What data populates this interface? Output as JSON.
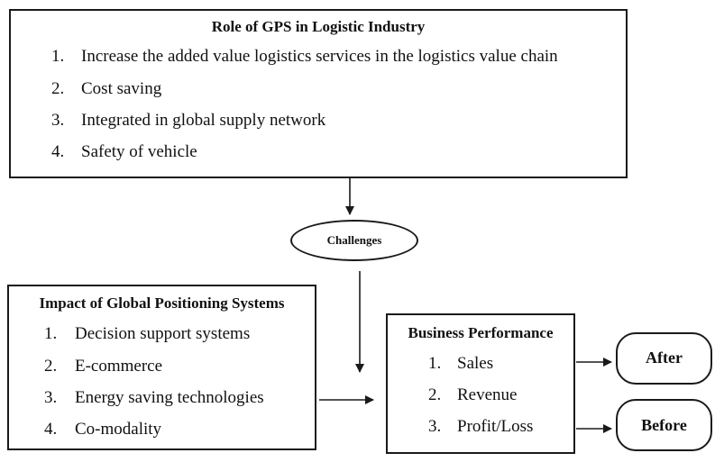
{
  "role_box": {
    "title": "Role of GPS in Logistic Industry",
    "items": [
      {
        "num": "1.",
        "text": "Increase the added value logistics services in the logistics value chain"
      },
      {
        "num": "2.",
        "text": "Cost saving"
      },
      {
        "num": "3.",
        "text": "Integrated in global supply network"
      },
      {
        "num": "4.",
        "text": "Safety of vehicle"
      }
    ]
  },
  "challenges": {
    "label": "Challenges"
  },
  "impact_box": {
    "title": "Impact of Global Positioning Systems",
    "items": [
      {
        "num": "1.",
        "text": "Decision support systems"
      },
      {
        "num": "2.",
        "text": "E-commerce"
      },
      {
        "num": "3.",
        "text": "Energy saving technologies"
      },
      {
        "num": "4.",
        "text": "Co-modality"
      }
    ]
  },
  "business_box": {
    "title": "Business Performance",
    "items": [
      {
        "num": "1.",
        "text": "Sales"
      },
      {
        "num": "2.",
        "text": "Revenue"
      },
      {
        "num": "3.",
        "text": "Profit/Loss"
      }
    ]
  },
  "after": {
    "label": "After"
  },
  "before": {
    "label": "Before"
  },
  "colors": {
    "stroke": "#1a1a1a",
    "background": "#ffffff"
  }
}
